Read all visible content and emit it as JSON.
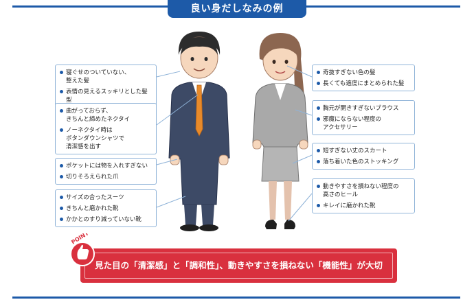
{
  "header": {
    "title": "良い身だしなみの例"
  },
  "male": {
    "boxes": [
      {
        "items": [
          [
            "寝ぐせのついていない、",
            "整えた髪"
          ],
          [
            "表情の見えるスッキリとした髪型"
          ]
        ]
      },
      {
        "items": [
          [
            "曲がっておらず、",
            "きちんと締めたネクタイ"
          ],
          [
            "ノーネクタイ時は",
            "ボタンダウンシャツで",
            "清潔感を出す"
          ]
        ]
      },
      {
        "items": [
          [
            "ポケットには物を入れすぎない"
          ],
          [
            "切りそろえられた爪"
          ]
        ]
      },
      {
        "items": [
          [
            "サイズの合ったスーツ"
          ],
          [
            "きちんと磨かれた靴"
          ],
          [
            "かかとのすり減っていない靴"
          ]
        ]
      }
    ]
  },
  "female": {
    "boxes": [
      {
        "items": [
          [
            "奇抜すぎない色の髪"
          ],
          [
            "長くても適度にまとめられた髪"
          ]
        ]
      },
      {
        "items": [
          [
            "胸元が開きすぎないブラウス"
          ],
          [
            "邪魔にならない程度の",
            "アクセサリー"
          ]
        ]
      },
      {
        "items": [
          [
            "短すぎない丈のスカート"
          ],
          [
            "落ち着いた色のストッキング"
          ]
        ]
      },
      {
        "items": [
          [
            "動きやすさを損ねない程度の",
            "高さのヒール"
          ],
          [
            "キレイに磨かれた靴"
          ]
        ]
      }
    ]
  },
  "point": {
    "badge_label": "POINT",
    "message": "見た目の「清潔感」と「調和性」、動きやすさを損ねない「機能性」が大切"
  },
  "colors": {
    "accent": "#1d5aa8",
    "box_border": "#8fb3d8",
    "point_red": "#d9303e"
  }
}
